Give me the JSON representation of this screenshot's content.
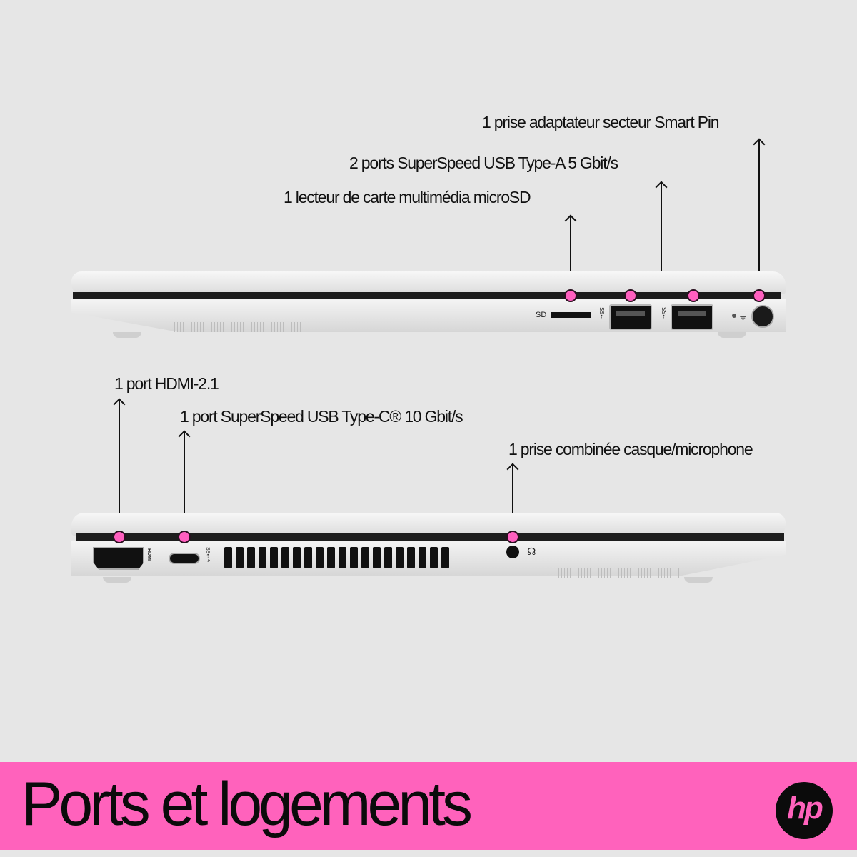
{
  "top_view": {
    "labels": {
      "smart_pin": "1 prise adaptateur secteur Smart Pin",
      "usb_a": "2 ports SuperSpeed USB Type-A 5 Gbit/s",
      "microsd": "1 lecteur de carte multimédia microSD"
    },
    "port_marks": {
      "sd": "SD",
      "ss_usb": "SS⇠"
    }
  },
  "bottom_view": {
    "labels": {
      "hdmi": "1 port HDMI-2.1",
      "usb_c": "1 port SuperSpeed USB Type-C® 10 Gbit/s",
      "audio": "1 prise combinée casque/microphone"
    },
    "port_marks": {
      "hdmi": "HDMI",
      "ss_usbc": "SS⇠ ϟ"
    }
  },
  "banner": {
    "title": "Ports et logements",
    "logo_text": "hp",
    "background": "#ff62bc"
  },
  "colors": {
    "callout_dot": "#ff5fbf",
    "background": "#e6e6e6"
  }
}
